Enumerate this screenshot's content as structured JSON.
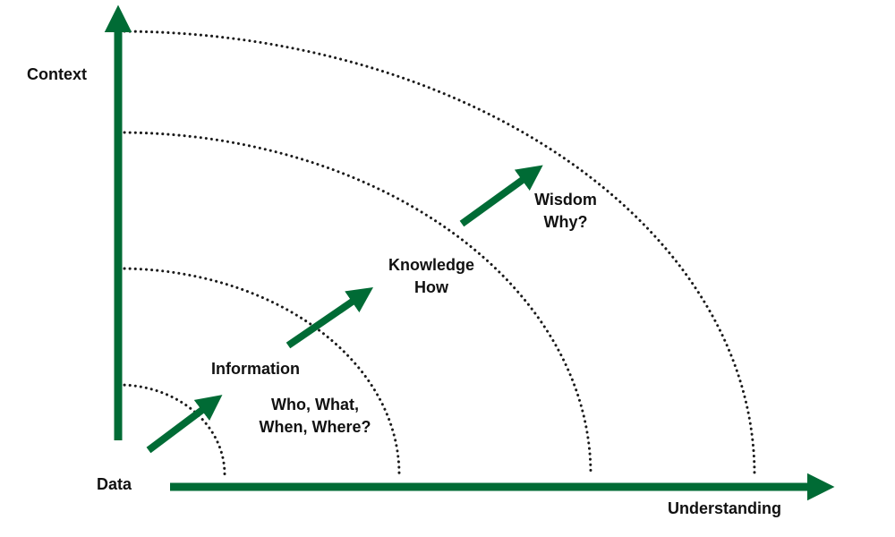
{
  "colors": {
    "arrow": "#006b35",
    "arc": "#1a1a1a",
    "text": "#111111",
    "background": "#ffffff"
  },
  "axes": {
    "y_label": "Context",
    "x_label": "Understanding",
    "origin_label": "Data"
  },
  "stages": {
    "information": {
      "title": "Information",
      "question_line1": "Who, What,",
      "question_line2": "When, Where?"
    },
    "knowledge": {
      "title": "Knowledge",
      "question": "How"
    },
    "wisdom": {
      "title": "Wisdom",
      "question": "Why?"
    }
  }
}
